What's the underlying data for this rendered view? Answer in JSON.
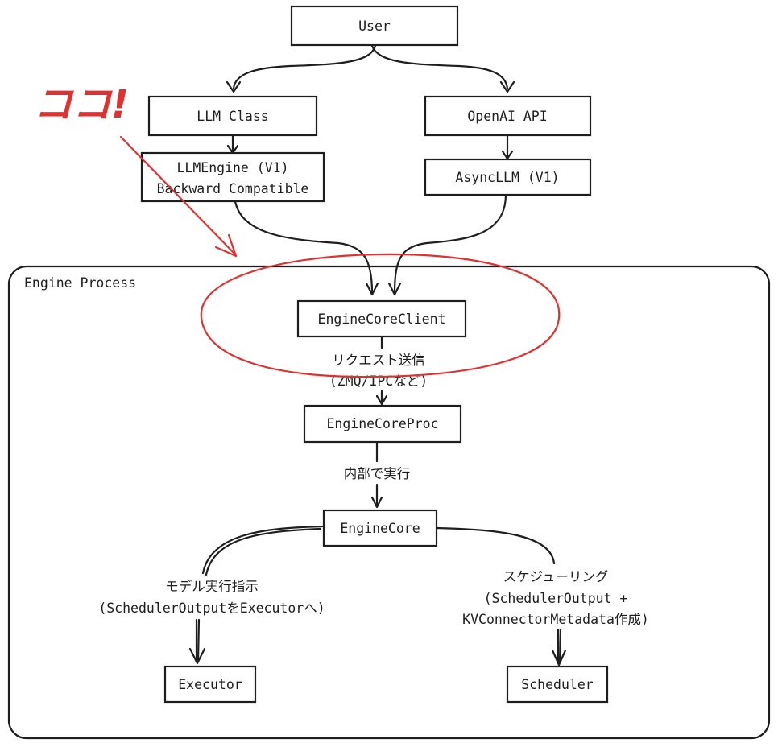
{
  "nodes": {
    "user": "User",
    "llm_class": "LLM Class",
    "openai_api": "OpenAI API",
    "llm_engine_line1": "LLMEngine (V1)",
    "llm_engine_line2": "Backward Compatible",
    "async_llm": "AsyncLLM (V1)",
    "engine_core_client": "EngineCoreClient",
    "engine_core_proc": "EngineCoreProc",
    "engine_core": "EngineCore",
    "executor": "Executor",
    "scheduler": "Scheduler"
  },
  "group": {
    "engine_process": "Engine Process"
  },
  "edge_labels": {
    "request_line1": "リクエスト送信",
    "request_line2": "(ZMQ/IPCなど)",
    "internal": "内部で実行",
    "model_line1": "モデル実行指示",
    "model_line2": "(SchedulerOutputをExecutorへ)",
    "sched_line1": "スケジューリング",
    "sched_line2": "(SchedulerOutput +",
    "sched_line3": "KVConnectorMetadata作成)"
  },
  "annotation": {
    "text": "ココ!",
    "color": "#e03131"
  }
}
